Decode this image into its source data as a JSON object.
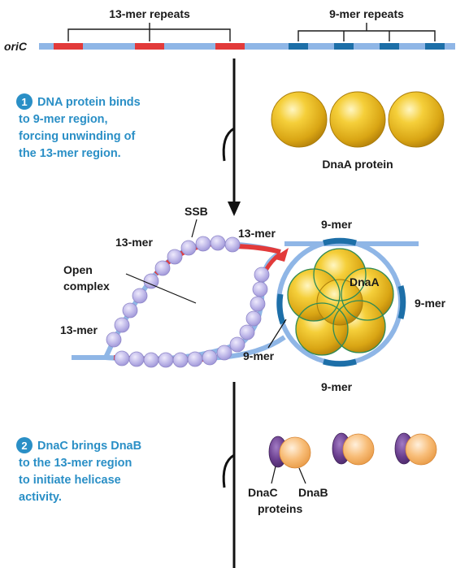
{
  "top": {
    "label_13mer_repeats": "13-mer repeats",
    "label_9mer_repeats": "9-mer repeats",
    "label_oric": "oriC"
  },
  "step1": {
    "number": "1",
    "lines": [
      "DNA protein binds",
      "to 9-mer region,",
      "forcing unwinding of",
      "the 13-mer region."
    ],
    "protein_label": "DnaA protein"
  },
  "complex": {
    "ssb": "SSB",
    "label_13mer_a": "13-mer",
    "label_13mer_b": "13-mer",
    "label_13mer_c": "13-mer",
    "open_complex": [
      "Open",
      "complex"
    ],
    "label_9mer_top": "9-mer",
    "label_9mer_right": "9-mer",
    "label_9mer_left": "9-mer",
    "label_9mer_bottom": "9-mer",
    "dnaa": "DnaA"
  },
  "step2": {
    "number": "2",
    "lines": [
      "DnaC brings DnaB",
      "to the 13-mer region",
      "to initiate helicase",
      "activity."
    ],
    "dnac": "DnaC",
    "dnab": "DnaB",
    "proteins": "proteins"
  },
  "colors": {
    "dna_blue": "#8fb6e6",
    "repeat_red": "#e23a3a",
    "repeat_navy": "#1d6fa8",
    "step_text": "#2a8fc6",
    "dnaa_gold": "#e8b820",
    "ssb_lavender": "#b9b3e6",
    "dnac_purple": "#6b3f8f",
    "dnab_orange": "#f7b56a"
  }
}
